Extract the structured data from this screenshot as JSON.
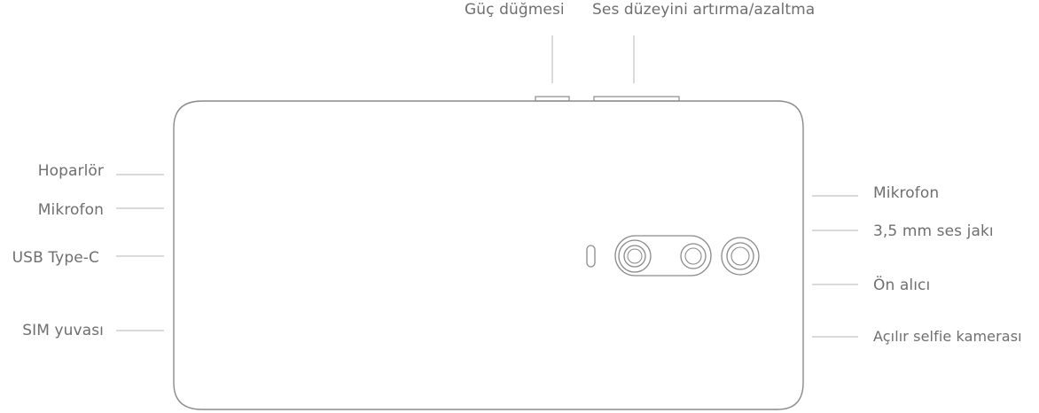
{
  "labels": {
    "power_button": "Güç düğmesi",
    "volume_buttons": "Ses düzeyini artırma/azaltma",
    "speaker": "Hoparlör",
    "microphone_left": "Mikrofon",
    "usb_type_c": "USB Type-C",
    "sim_tray": "SIM yuvası",
    "microphone_right": "Mikrofon",
    "headphone_jack": "3,5 mm ses jakı",
    "earpiece": "Ön alıcı",
    "popup_selfie_camera": "Açılır selfie kamerası"
  },
  "colors": {
    "outline": "#8a8a8a",
    "leader_line": "#b5b5b5",
    "label_text": "#6f6f6f"
  }
}
